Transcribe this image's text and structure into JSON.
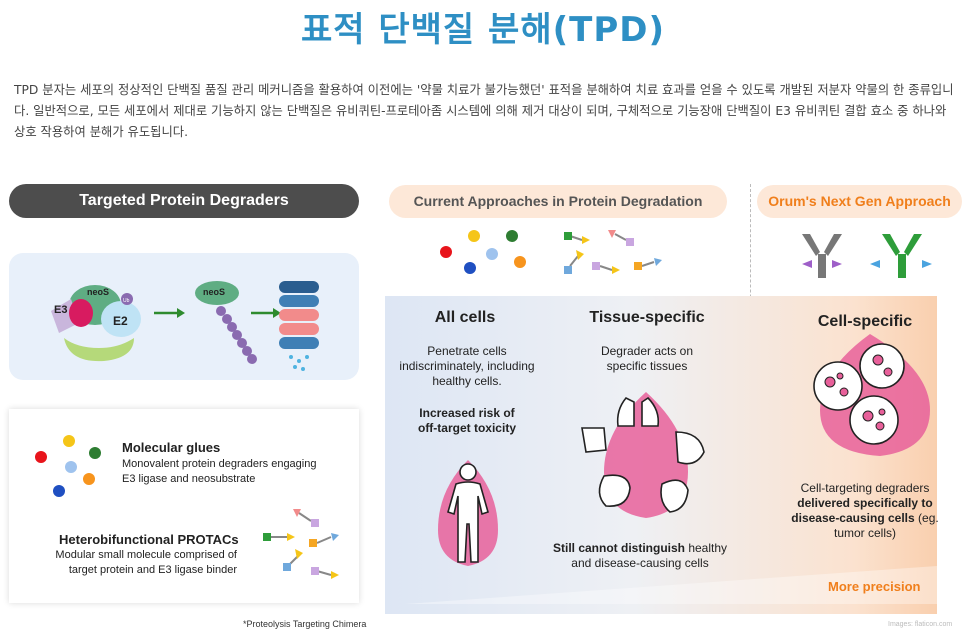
{
  "title": "표적 단백질 분해(TPD)",
  "intro": "TPD 분자는 세포의 정상적인 단백질 품질 관리 메커니즘을 활용하여 이전에는 '약물 치료가 불가능했던' 표적을 분해하여 치료 효과를 얻을 수 있도록 개발된 저분자 약물의 한 종류입니다. 일반적으로, 모든 세포에서 제대로 기능하지 않는 단백질은 유비퀴틴-프로테아좀 시스템에 의해 제거 대상이 되며, 구체적으로 기능장애 단백질이 E3 유비퀴틴 결합 효소 중 하나와 상호 작용하여 분해가 유도됩니다.",
  "left": {
    "header": "Targeted Protein Degraders",
    "mechanism": {
      "e3_label": "E3",
      "e2_label": "E2",
      "neos_label": "neoS",
      "ub_label": "Ub"
    },
    "molecular_glues": {
      "title": "Molecular glues",
      "desc_line1": "Monovalent protein degraders  engaging",
      "desc_line2": "E3 ligase and neosubstrate"
    },
    "protacs": {
      "title": "Heterobifunctional PROTACs",
      "desc_line1": "Modular small molecule comprised of",
      "desc_line2": "target protein and E3 ligase binder"
    },
    "footnote": "*Proteolysis Targeting Chimera"
  },
  "current": {
    "header": "Current Approaches in Protein Degradation",
    "all_cells": {
      "title": "All cells",
      "line1": "Penetrate cells",
      "line2": "indiscriminately, including",
      "line3": "healthy cells.",
      "risk1": "Increased risk of",
      "risk2": "off-target toxicity"
    },
    "tissue": {
      "title": "Tissue-specific",
      "line1": "Degrader acts on",
      "line2": "specific tissues",
      "bottom_bold": "Still cannot distinguish",
      "bottom_rest": " healthy",
      "bottom_line2": "and disease-causing cells"
    }
  },
  "orum": {
    "header": "Orum's Next Gen Approach",
    "cell_specific": {
      "title": "Cell-specific",
      "line1": "Cell-targeting degraders",
      "line2": "delivered specifically to",
      "line3": "disease-causing cells",
      "line3_rest": " (eg.",
      "line4": "tumor cells)"
    }
  },
  "precision_label": "More precision",
  "credit": "Images: flaticon.com",
  "colors": {
    "title_blue": "#2e8fc4",
    "accent_orange": "#f07f1c",
    "header_dark": "#4d4d4d",
    "header_peach": "#fde8d8",
    "pink": "#e8609a"
  }
}
